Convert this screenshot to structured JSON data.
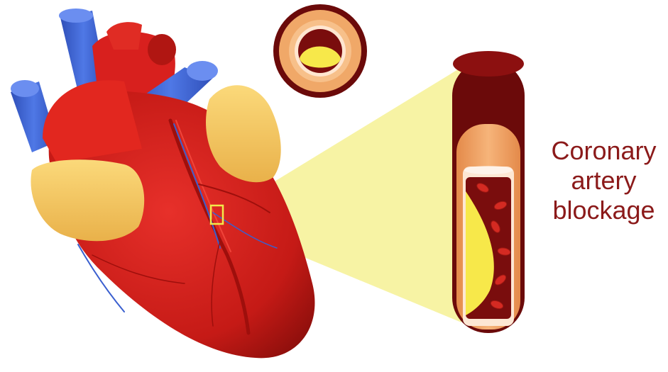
{
  "caption": {
    "lines": [
      "Coronary",
      "artery",
      "blockage"
    ],
    "color": "#8b1a1a"
  },
  "palette": {
    "heart_red": "#d8201e",
    "heart_dark": "#a8140f",
    "vein_blue": "#3a5fcf",
    "fat_yellow": "#f4c85a",
    "plaque_yellow": "#f7e84a",
    "highlight_beam": "#f7f3a0",
    "vessel_wall": "#f2a05e",
    "vessel_dark": "#6b0a0a"
  },
  "parts": [
    "heart",
    "aorta",
    "superior-vena-cava",
    "pulmonary-veins",
    "coronary-arteries",
    "zoom-region",
    "artery-cross-section",
    "artery-longitudinal-section",
    "plaque",
    "red-blood-cells"
  ]
}
